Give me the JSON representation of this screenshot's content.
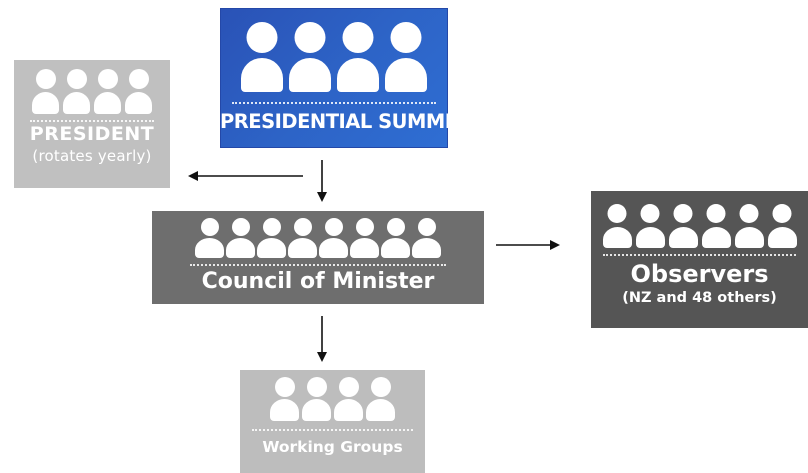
{
  "nodes": {
    "summits": {
      "label": "PRESIDENTIAL SUMMITS",
      "people_count": 4
    },
    "president": {
      "label": "PRESIDENT",
      "sublabel": "(rotates yearly)",
      "people_count": 4
    },
    "council": {
      "label": "Council of Minister",
      "people_count": 8
    },
    "observers": {
      "label": "Observers",
      "sublabel": "(NZ and 48 others)",
      "people_count": 6
    },
    "working": {
      "label": "Working Groups",
      "people_count": 4
    }
  },
  "edges": [
    {
      "from": "summits",
      "to": "council"
    },
    {
      "from": "summits",
      "to": "president"
    },
    {
      "from": "council",
      "to": "observers"
    },
    {
      "from": "council",
      "to": "working"
    }
  ],
  "colors": {
    "summits": "#2d63c6",
    "president": "#c0c0c0",
    "council": "#6e6e6e",
    "observers": "#555555",
    "working": "#bdbdbd",
    "arrow": "#111111"
  },
  "icons": {
    "person": "person-icon",
    "arrow": "arrow-icon"
  }
}
